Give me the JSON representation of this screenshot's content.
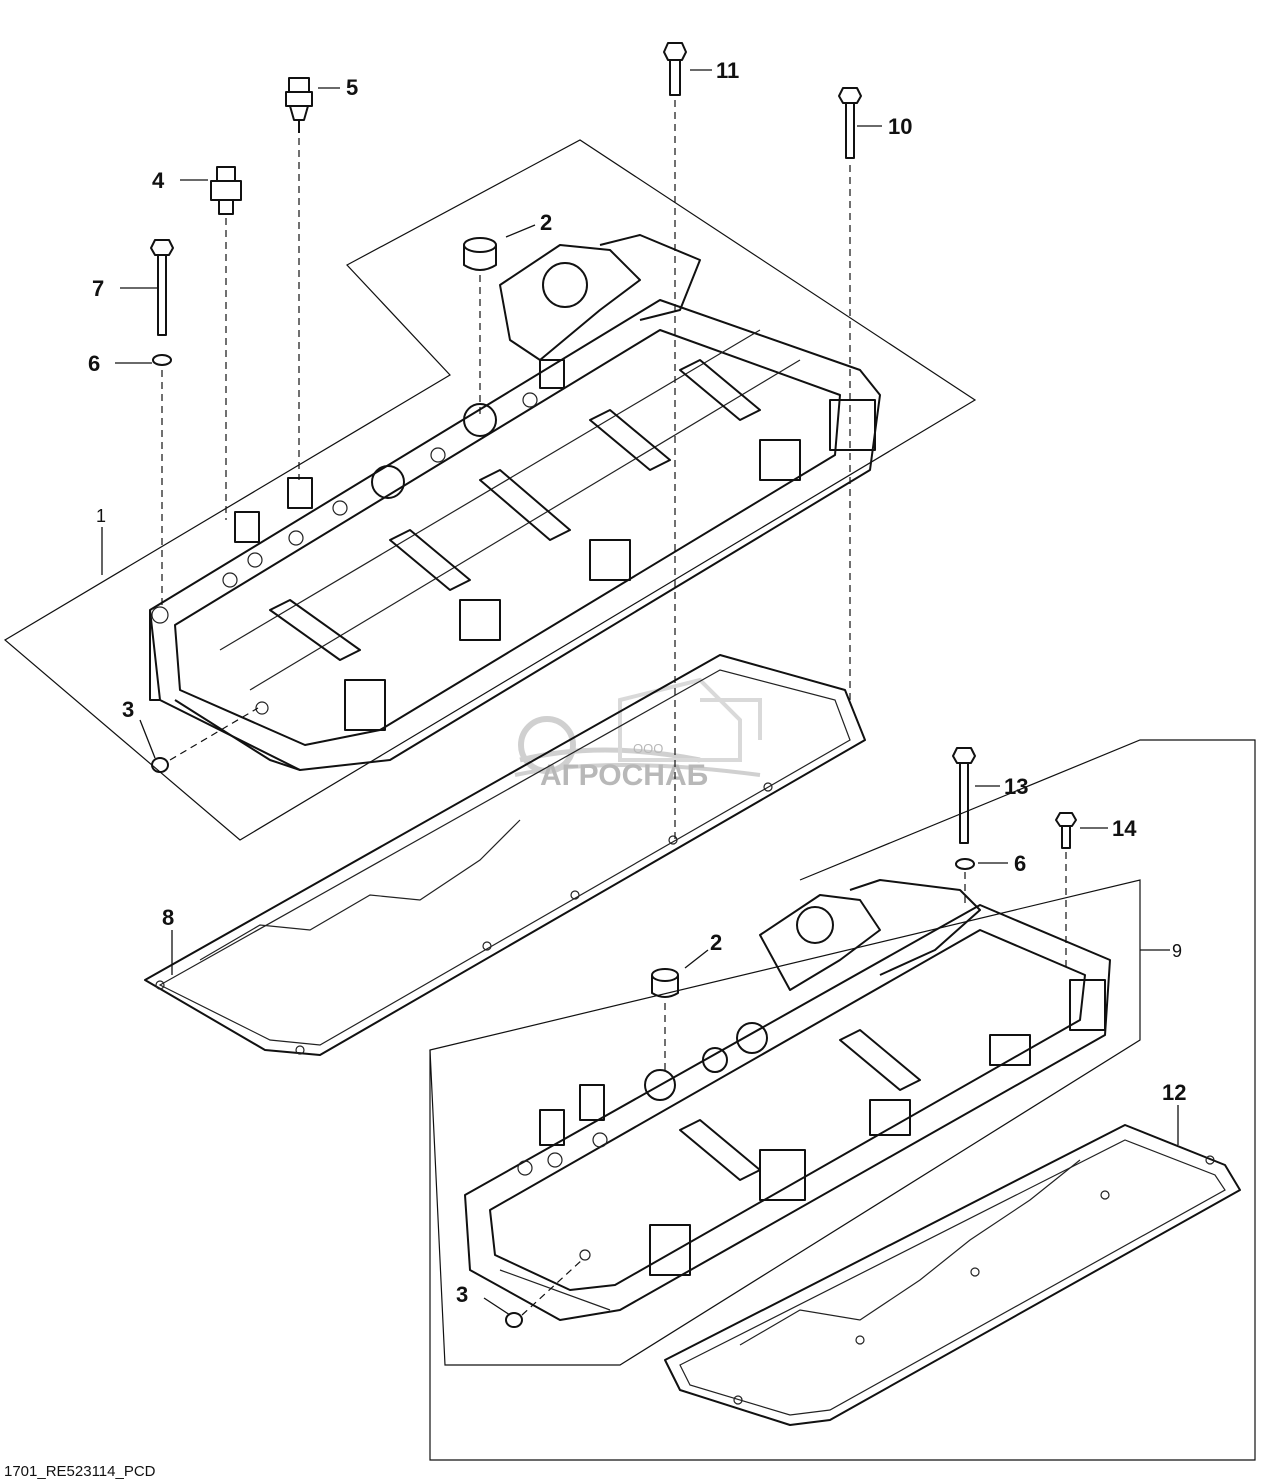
{
  "diagram": {
    "reference_code": "1701_RE523114_PCD",
    "watermark": {
      "company": "АГРОСНАБ",
      "prefix": "ООО"
    },
    "callouts": [
      {
        "id": "c1",
        "label": "1"
      },
      {
        "id": "c2a",
        "label": "2"
      },
      {
        "id": "c2b",
        "label": "2"
      },
      {
        "id": "c3a",
        "label": "3"
      },
      {
        "id": "c3b",
        "label": "3"
      },
      {
        "id": "c4",
        "label": "4"
      },
      {
        "id": "c5",
        "label": "5"
      },
      {
        "id": "c6a",
        "label": "6"
      },
      {
        "id": "c6b",
        "label": "6"
      },
      {
        "id": "c7",
        "label": "7"
      },
      {
        "id": "c8",
        "label": "8"
      },
      {
        "id": "c9",
        "label": "9"
      },
      {
        "id": "c10",
        "label": "10"
      },
      {
        "id": "c11",
        "label": "11"
      },
      {
        "id": "c12",
        "label": "12"
      },
      {
        "id": "c13",
        "label": "13"
      },
      {
        "id": "c14",
        "label": "14"
      }
    ]
  }
}
